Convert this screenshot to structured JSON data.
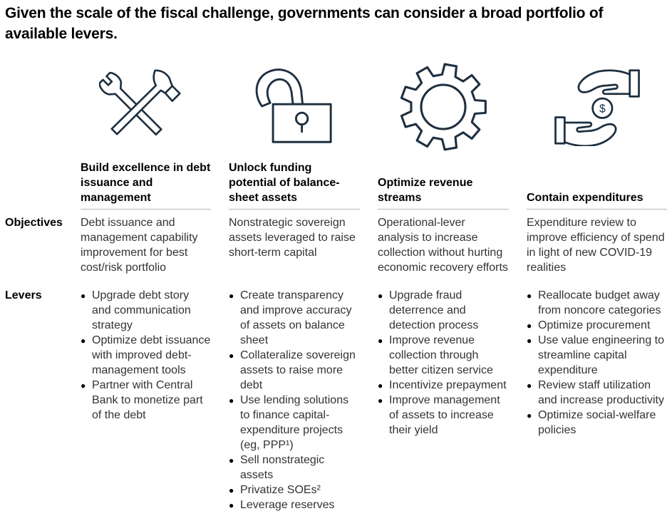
{
  "title": "Given the scale of the fiscal challenge, governments can consider a broad portfolio of available levers.",
  "row_labels": {
    "objectives": "Objectives",
    "levers": "Levers"
  },
  "icons": {
    "coin_symbol": "$"
  },
  "colors": {
    "icon_stroke": "#1e2f3f",
    "heading_text": "#000000",
    "body_text": "#333333",
    "divider": "#b6b6b6",
    "background": "#ffffff"
  },
  "columns": [
    {
      "icon": "tools-icon",
      "header": "Build excellence in debt issuance and management",
      "objective": "Debt issuance and management capability improvement for best cost/risk portfolio",
      "levers": [
        "Upgrade debt story and communication strategy",
        "Optimize debt issuance with improved debt-management tools",
        "Partner with Central Bank to monetize part of the debt"
      ]
    },
    {
      "icon": "padlock-icon",
      "header": "Unlock funding potential of balance-sheet assets",
      "objective": "Nonstrategic sovereign assets leveraged to raise short-term capital",
      "levers": [
        "Create transparency and improve accuracy of assets on balance sheet",
        "Collateralize sovereign assets to raise more debt",
        "Use lending solutions to finance capital-expenditure projects (eg, PPP¹)",
        "Sell nonstrategic assets",
        "Privatize SOEs²",
        "Leverage reserves"
      ]
    },
    {
      "icon": "gear-icon",
      "header": "Optimize revenue streams",
      "objective": "Operational-lever analysis to increase collection without hurting economic recovery efforts",
      "levers": [
        "Upgrade fraud deterrence and detection process",
        "Improve revenue collection through better citizen service",
        "Incentivize prepayment",
        "Improve management of assets to increase their yield"
      ]
    },
    {
      "icon": "hands-money-icon",
      "header": "Contain expenditures",
      "objective": "Expenditure review to improve efficiency of spend in light of new COVID-19 realities",
      "levers": [
        "Reallocate budget away from noncore categories",
        "Optimize procurement",
        "Use value engineering to streamline capital expenditure",
        "Review staff utilization and increase productivity",
        "Optimize social-welfare policies"
      ]
    }
  ]
}
